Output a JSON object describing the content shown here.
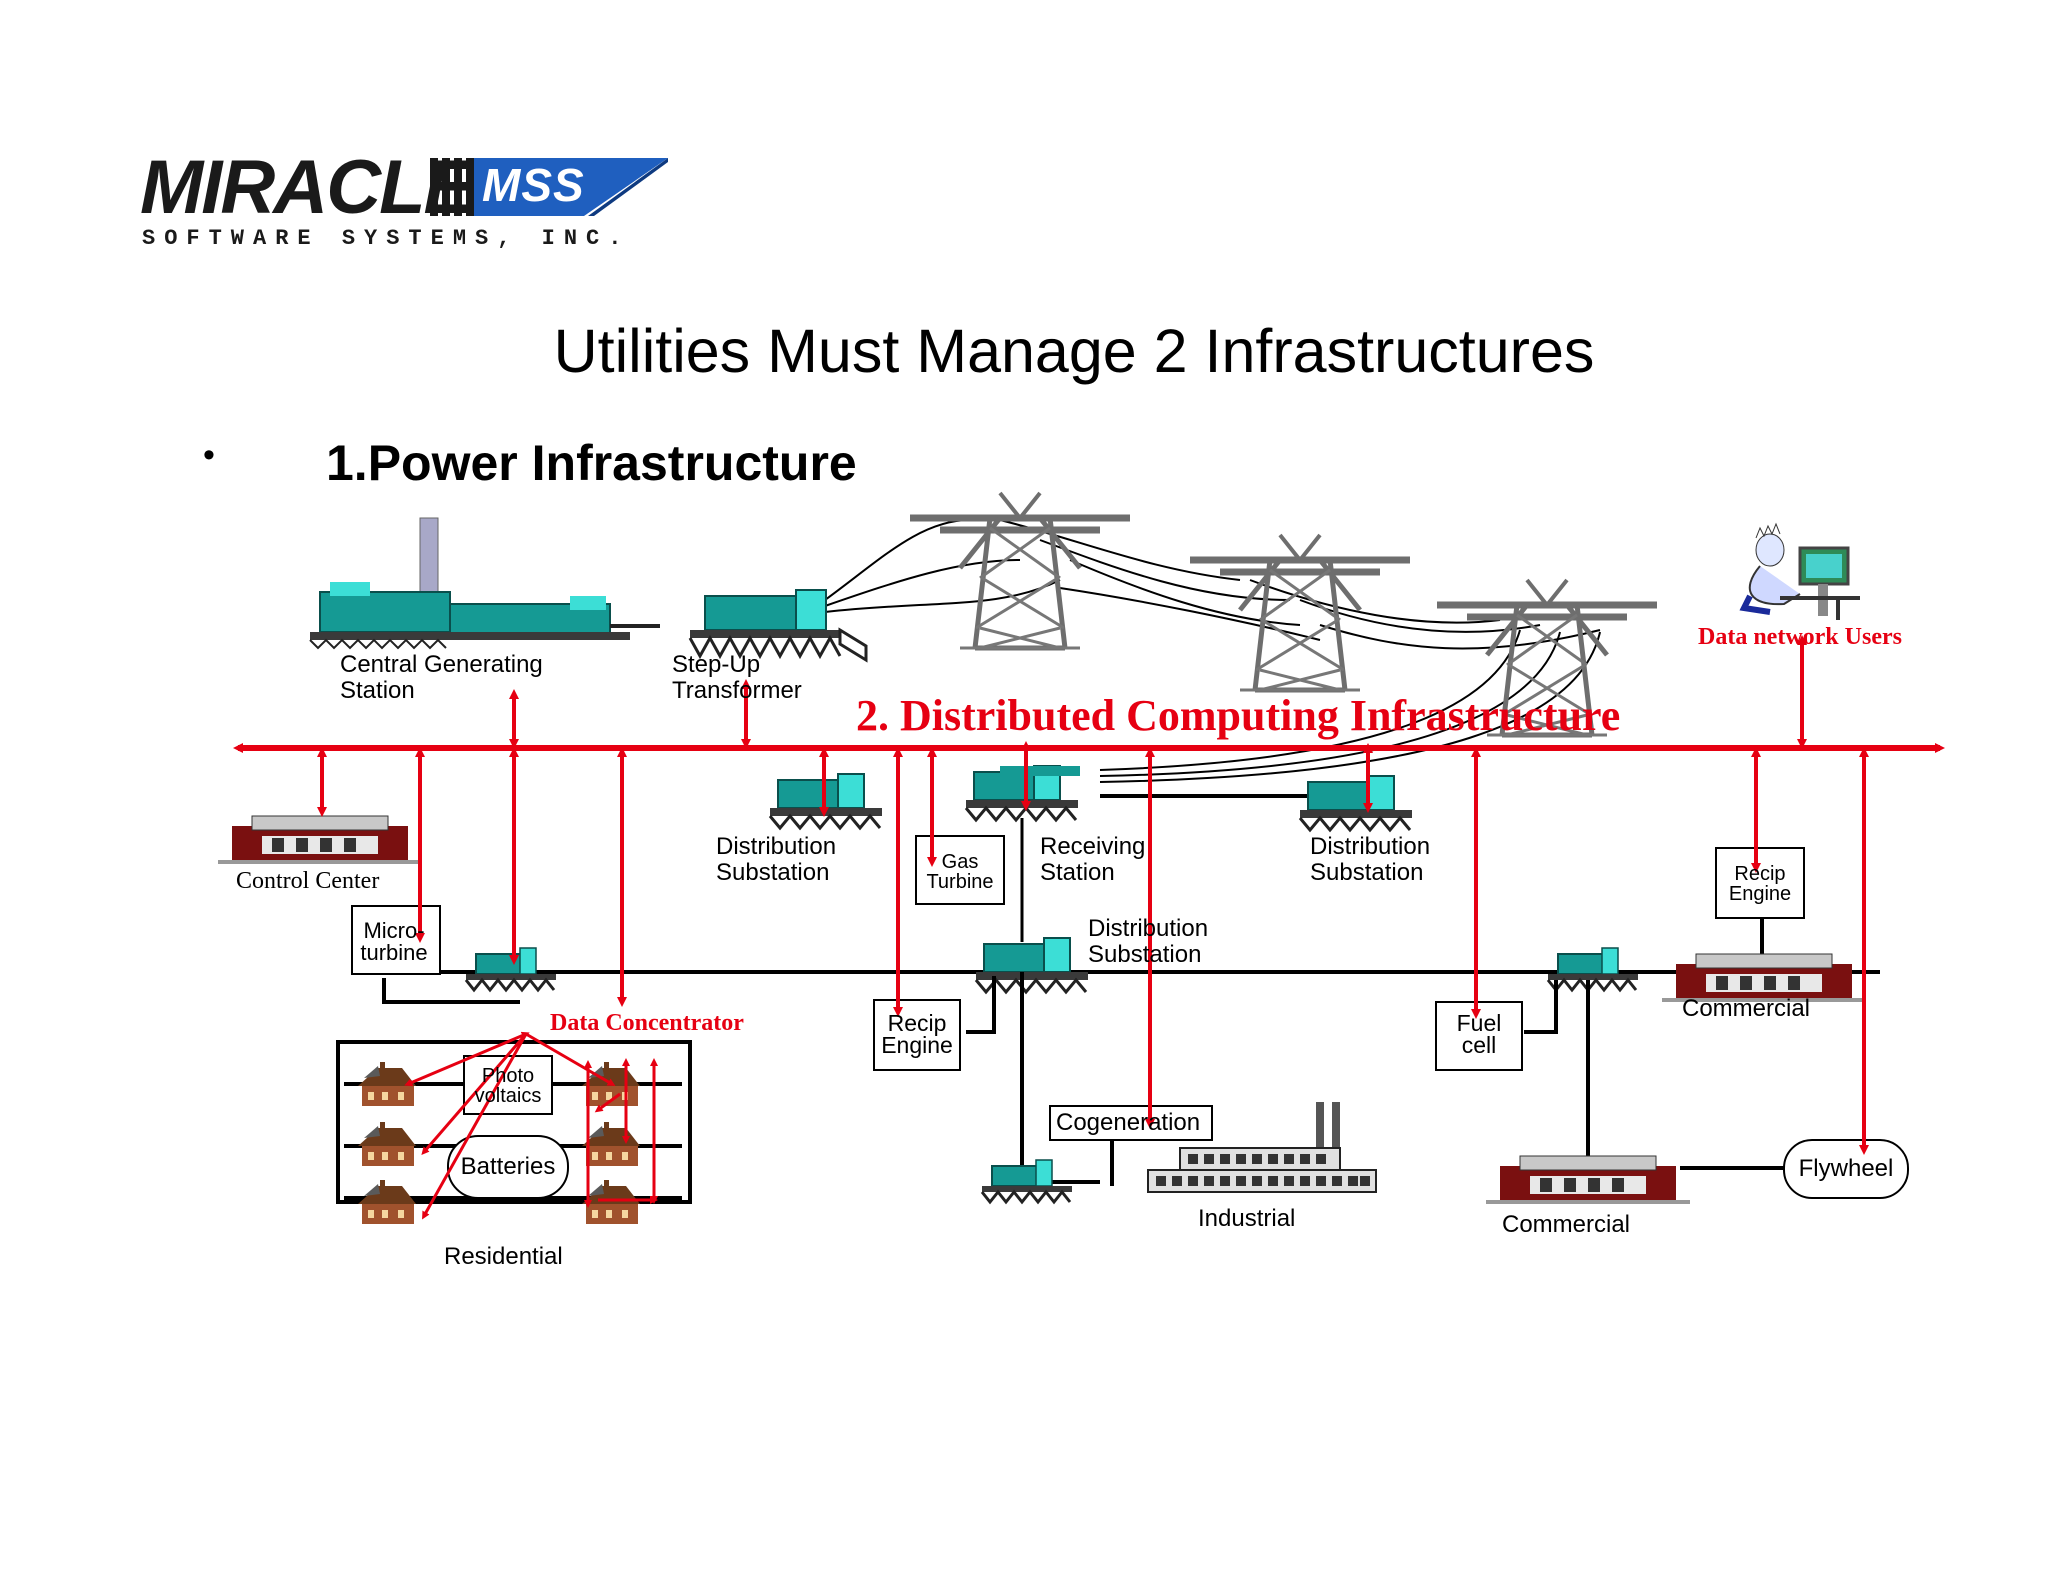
{
  "logo": {
    "wordmark": "MIRACLE",
    "badge": "MSS",
    "tagline": "SOFTWARE SYSTEMS, INC."
  },
  "title": "Utilities Must Manage 2 Infrastructures",
  "bullet": "•",
  "section_heading": "1.Power Infrastructure",
  "network_title": "2. Distributed Computing Infrastructure",
  "labels": {
    "central_station": "Central Generating\nStation",
    "step_up": "Step-Up\nTransformer",
    "data_users": "Data network Users",
    "control_center": "Control Center",
    "dist_sub_1": "Distribution\nSubstation",
    "gas_turbine": "Gas\nTurbine",
    "receiving": "Receiving\nStation",
    "dist_sub_2": "Distribution\nSubstation",
    "recip_engine_right": "Recip\nEngine",
    "micro_turbine": "Micro-\nturbine",
    "dist_sub_3": "Distribution\nSubstation",
    "data_concentrator": "Data Concentrator",
    "recip_engine_mid": "Recip\nEngine",
    "fuel_cell": "Fuel\ncell",
    "commercial_1": "Commercial",
    "photovoltaics": "Photo\nvoltaics",
    "batteries": "Batteries",
    "cogeneration": "Cogeneration",
    "industrial": "Industrial",
    "commercial_2": "Commercial",
    "flywheel": "Flywheel",
    "residential": "Residential"
  },
  "colors": {
    "network_red": "#e60012",
    "equipment_teal": "#159a94",
    "equipment_light": "#3cded6",
    "building_red": "#8b1a1a",
    "tower_gray": "#6e6e6e",
    "house_brown": "#a0522d",
    "logo_blue": "#1f5fbf"
  }
}
